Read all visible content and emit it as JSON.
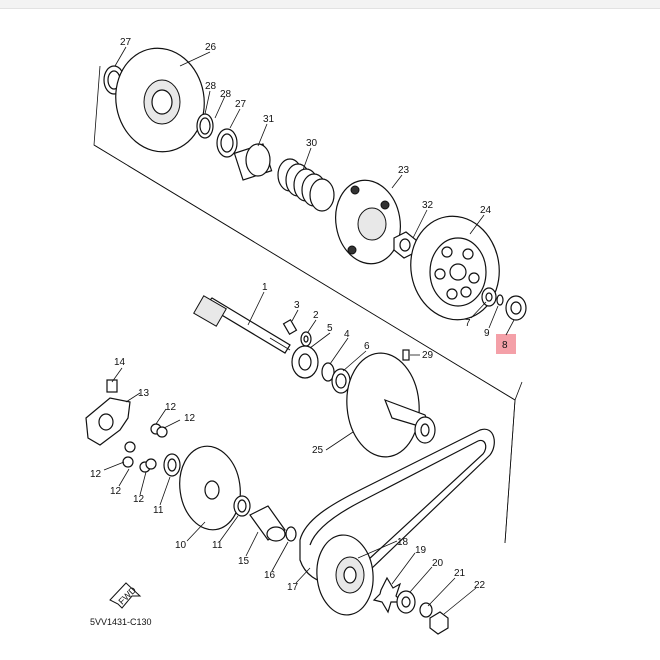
{
  "diagram": {
    "code": "5VV1431-C130",
    "fwd_label": "FWD",
    "highlight_color": "#f4a0a8",
    "highlighted_part": "8",
    "callouts": {
      "c27a": "27",
      "c26": "26",
      "c28a": "28",
      "c28b": "28",
      "c27b": "27",
      "c31": "31",
      "c30": "30",
      "c23": "23",
      "c32": "32",
      "c24": "24",
      "c7": "7",
      "c9": "9",
      "c8": "8",
      "c1": "1",
      "c3": "3",
      "c2": "2",
      "c5": "5",
      "c4": "4",
      "c6": "6",
      "c29": "29",
      "c14": "14",
      "c13": "13",
      "c12a": "12",
      "c12b": "12",
      "c12c": "12",
      "c12d": "12",
      "c12e": "12",
      "c11a": "11",
      "c11b": "11",
      "c10": "10",
      "c15": "15",
      "c16": "16",
      "c25": "25",
      "c17": "17",
      "c18": "18",
      "c19": "19",
      "c20": "20",
      "c21": "21",
      "c22": "22"
    }
  }
}
